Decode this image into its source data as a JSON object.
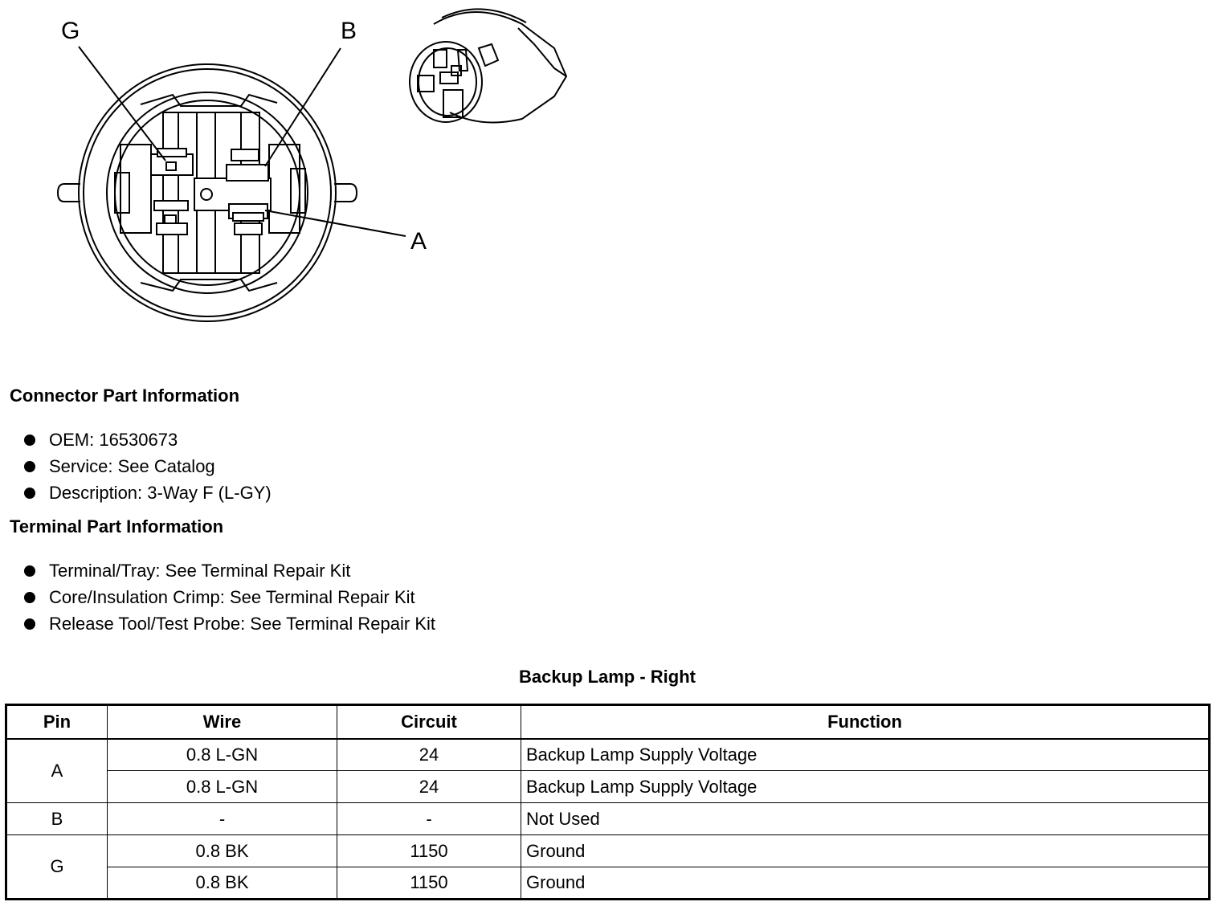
{
  "diagram": {
    "callouts": {
      "g": "G",
      "b": "B",
      "a": "A"
    }
  },
  "connector_info": {
    "heading": "Connector Part Information",
    "items": [
      "OEM: 16530673",
      "Service: See Catalog",
      "Description: 3-Way F (L-GY)"
    ]
  },
  "terminal_info": {
    "heading": "Terminal Part Information",
    "items": [
      "Terminal/Tray: See Terminal Repair Kit",
      "Core/Insulation Crimp: See Terminal Repair Kit",
      "Release Tool/Test Probe: See Terminal Repair Kit"
    ]
  },
  "table": {
    "title": "Backup Lamp - Right",
    "headers": [
      "Pin",
      "Wire",
      "Circuit",
      "Function"
    ],
    "groups": [
      {
        "pin": "A",
        "rows": [
          {
            "wire": "0.8 L-GN",
            "circuit": "24",
            "function": "Backup Lamp Supply Voltage"
          },
          {
            "wire": "0.8 L-GN",
            "circuit": "24",
            "function": "Backup Lamp Supply Voltage"
          }
        ]
      },
      {
        "pin": "B",
        "rows": [
          {
            "wire": "-",
            "circuit": "-",
            "function": "Not Used"
          }
        ]
      },
      {
        "pin": "G",
        "rows": [
          {
            "wire": "0.8 BK",
            "circuit": "1150",
            "function": "Ground"
          },
          {
            "wire": "0.8 BK",
            "circuit": "1150",
            "function": "Ground"
          }
        ]
      }
    ]
  }
}
